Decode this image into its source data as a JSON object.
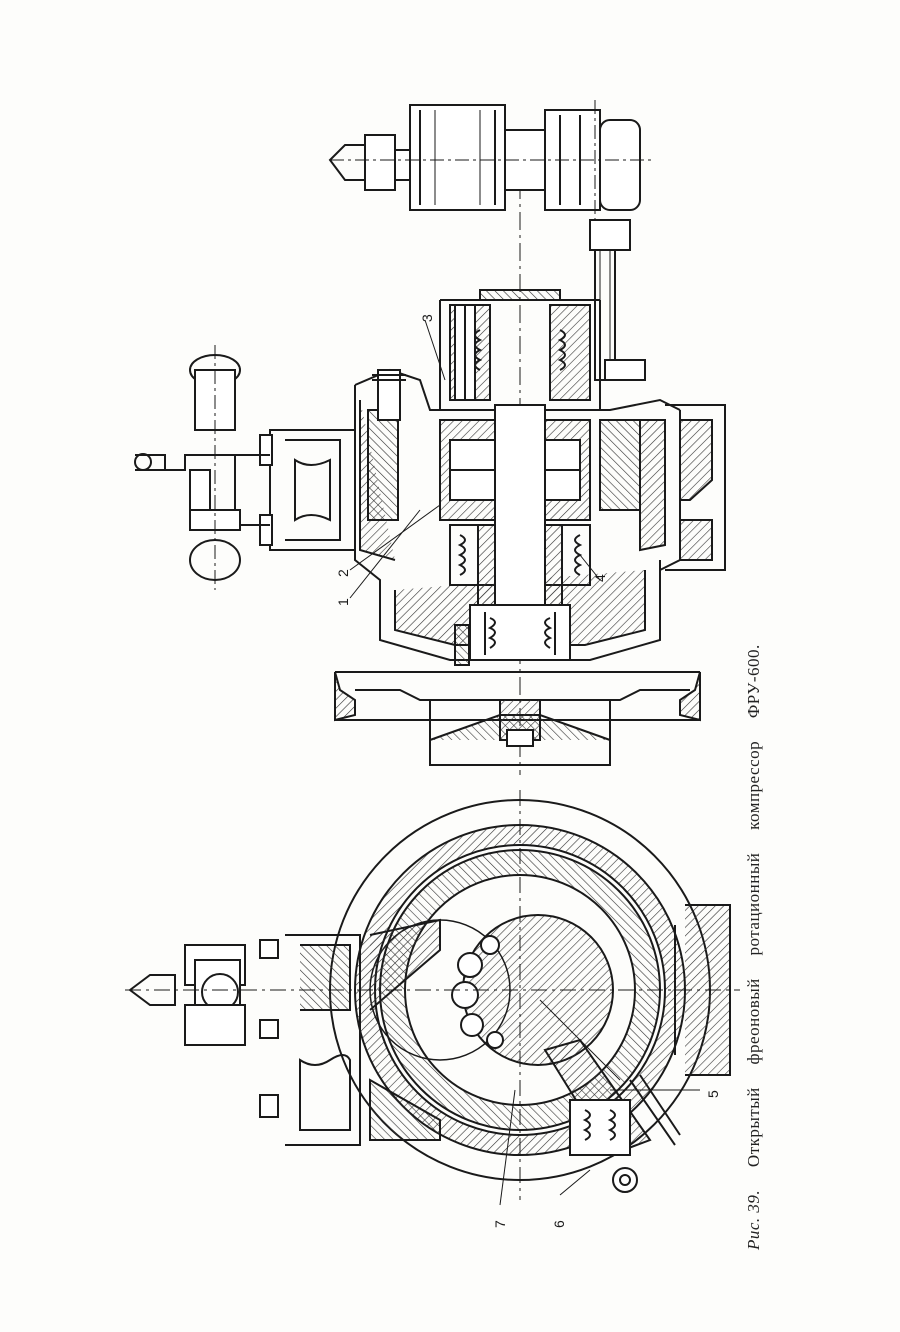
{
  "figure": {
    "caption_prefix": "Рис. 39.",
    "caption_words": [
      "Открытый",
      "фреоновый",
      "ротационный",
      "компрессор",
      "ФРУ-600."
    ]
  },
  "callouts": [
    {
      "id": "1",
      "label": "1"
    },
    {
      "id": "2",
      "label": "2"
    },
    {
      "id": "3",
      "label": "3"
    },
    {
      "id": "4",
      "label": "4"
    },
    {
      "id": "5",
      "label": "5"
    },
    {
      "id": "6",
      "label": "6"
    },
    {
      "id": "7",
      "label": "7"
    }
  ],
  "colors": {
    "ink": "#1a1a1a",
    "hatch": "#333333",
    "paper": "#fdfdfb"
  }
}
